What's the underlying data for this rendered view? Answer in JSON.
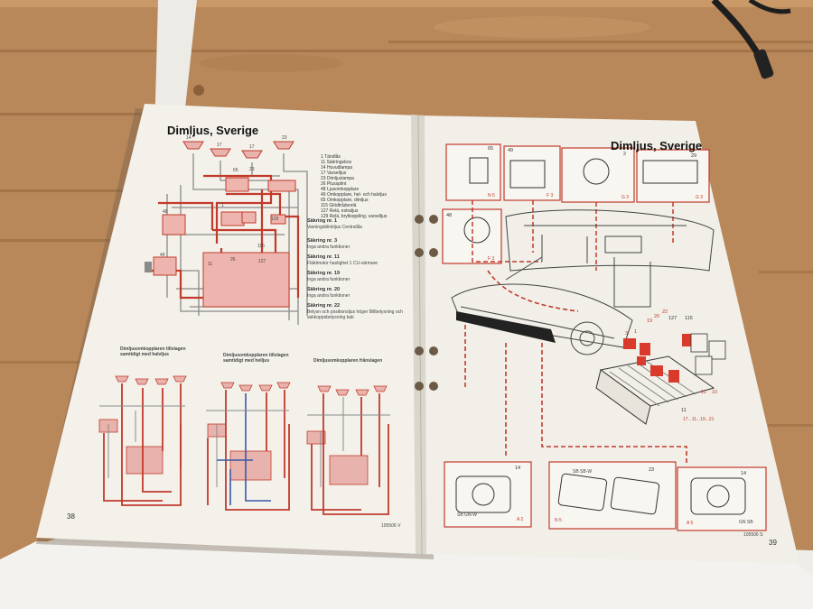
{
  "left_page": {
    "title": "Dimljus, Sverige",
    "legend": [
      "1  Tändlås",
      "11  Säkringsbox",
      "14  Huvudlampa",
      "17  Varselljus",
      "23  Dimljuslampa",
      "26  Plussplint",
      "48  Ljusomkopplare",
      "49  Omkopplare, hel- och halvljus",
      "65  Omkopplare, dimljus",
      "115  Glödtrådsrelä",
      "127  Relä, extraljus",
      "129  Relä, brytkoppling, varselljus"
    ],
    "fuse_notes": [
      {
        "heading": "Säkring nr. 1",
        "text": "Varningsblinkljus Centrallås"
      },
      {
        "heading": "Säkring nr. 3",
        "text": "Inga andra funktioner"
      },
      {
        "heading": "Säkring nr. 11",
        "text": "Fläktmotor hastighet 1 CU-värmare"
      },
      {
        "heading": "Säkring nr. 19",
        "text": "Inga andra funktioner"
      },
      {
        "heading": "Säkring nr. 20",
        "text": "Inga andra funktioner"
      },
      {
        "heading": "Säkring nr. 22",
        "text": "Belysn och positionsljus höger Billbelysning och askkoppsbelysning bak"
      }
    ],
    "sub_diagrams": [
      {
        "caption": "Dimljusomkopplaren tillslagen samtidigt med halvljus"
      },
      {
        "caption": "Dimljusomkopplaren tillslagen samtidigt med helljus"
      },
      {
        "caption": "Dimljusomkopplaren frånslagen"
      }
    ],
    "component_numbers": [
      "14",
      "17",
      "17",
      "23",
      "23",
      "65",
      "48",
      "129",
      "127",
      "26",
      "11",
      "49",
      "115",
      "1"
    ],
    "page_number": "38",
    "footer_code": "105506 V"
  },
  "right_page": {
    "title": "Dimljus, Sverige",
    "detail_boxes_top": [
      {
        "number": "65",
        "code": "N 5"
      },
      {
        "number": "49",
        "code": "F 3"
      },
      {
        "number": "2",
        "code": "G 3"
      },
      {
        "number": "29",
        "code": "G 3"
      },
      {
        "number": "48",
        "code": "F 3"
      }
    ],
    "callouts": [
      "127",
      "115",
      "22",
      "20",
      "19",
      "11",
      "10",
      "3",
      "1",
      "11"
    ],
    "fuse_code_label": "17...11...19...21",
    "detail_boxes_bottom": [
      {
        "number": "14",
        "code": "A 2",
        "wire": "SB GN-W"
      },
      {
        "number": "23",
        "code": "N 5",
        "wire": "SB  SB-W"
      },
      {
        "number": "14",
        "code": "A 5",
        "wire": "GN  SB"
      }
    ],
    "page_number": "39",
    "footer_code": "105506 S"
  },
  "colors": {
    "wood": "#b98a55",
    "paper": "#f3f1ea",
    "diagram_red": "#c23a2c",
    "wire_grey": "#8a8a8a",
    "wire_blue": "#3a57a8"
  }
}
